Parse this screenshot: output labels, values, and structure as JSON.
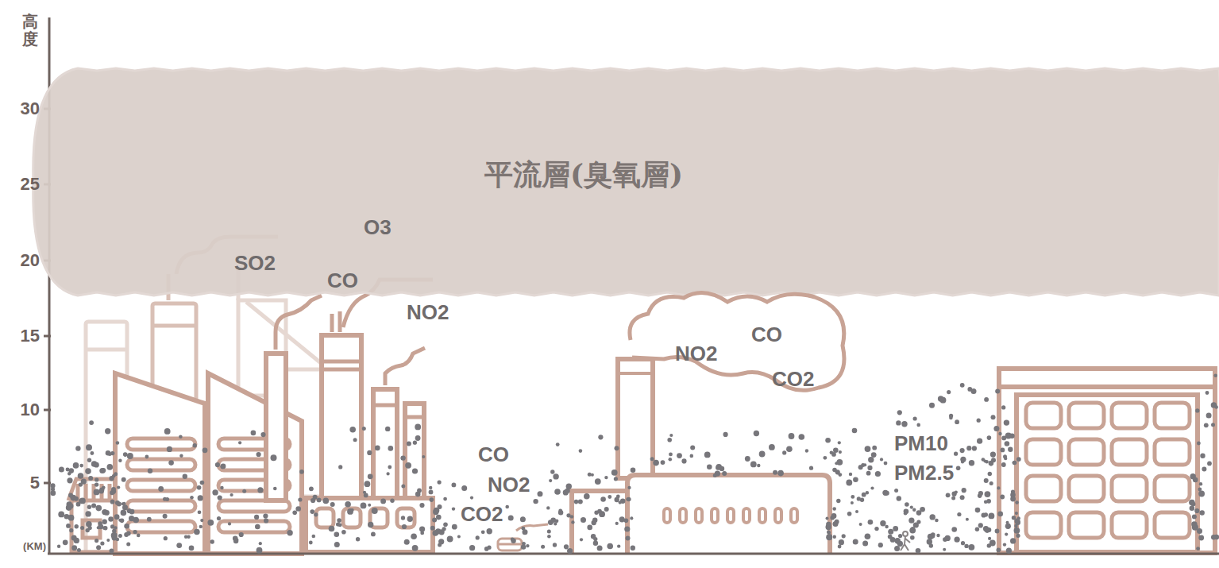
{
  "diagram": {
    "nodes": [
      {
        "text": [
          "平流層(臭氧層)",
          "O3",
          "SO2",
          "CO"
        ]
      },
      {
        "text": [
          "NO2",
          "CO",
          "CO2"
        ]
      }
    ],
    "labels": [
      "高度",
      "30",
      "25",
      "20",
      "15",
      "10",
      "5",
      "(KM)",
      "NO2",
      "CO",
      "NO2",
      "CO2",
      "PM10",
      "PM2.5"
    ]
  }
}
